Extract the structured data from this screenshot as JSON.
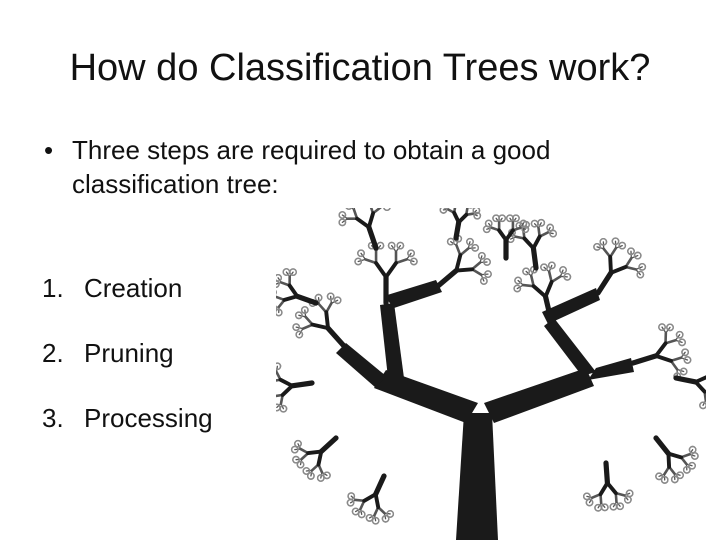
{
  "slide": {
    "title": "How do Classification Trees work?",
    "bullet": {
      "marker": "•",
      "text": "Three steps are required to obtain a good classification tree:"
    },
    "steps": [
      {
        "number": "1.",
        "label": "Creation"
      },
      {
        "number": "2.",
        "label": "Pruning"
      },
      {
        "number": "3.",
        "label": "Processing"
      }
    ]
  },
  "colors": {
    "text": "#111111",
    "trunk": "#1a1a1a",
    "foliage": "#8a8a8a",
    "background": "#ffffff"
  }
}
